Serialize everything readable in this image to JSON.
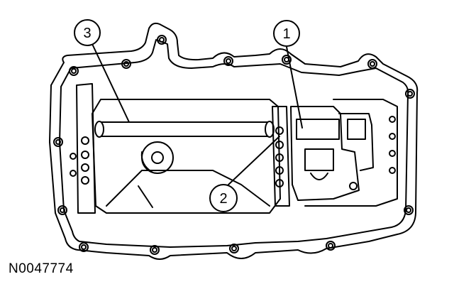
{
  "figure_id": "N0047774",
  "callouts": [
    {
      "label": "1"
    },
    {
      "label": "2"
    },
    {
      "label": "3"
    }
  ],
  "colors": {
    "line": "#000000",
    "background": "#ffffff"
  }
}
